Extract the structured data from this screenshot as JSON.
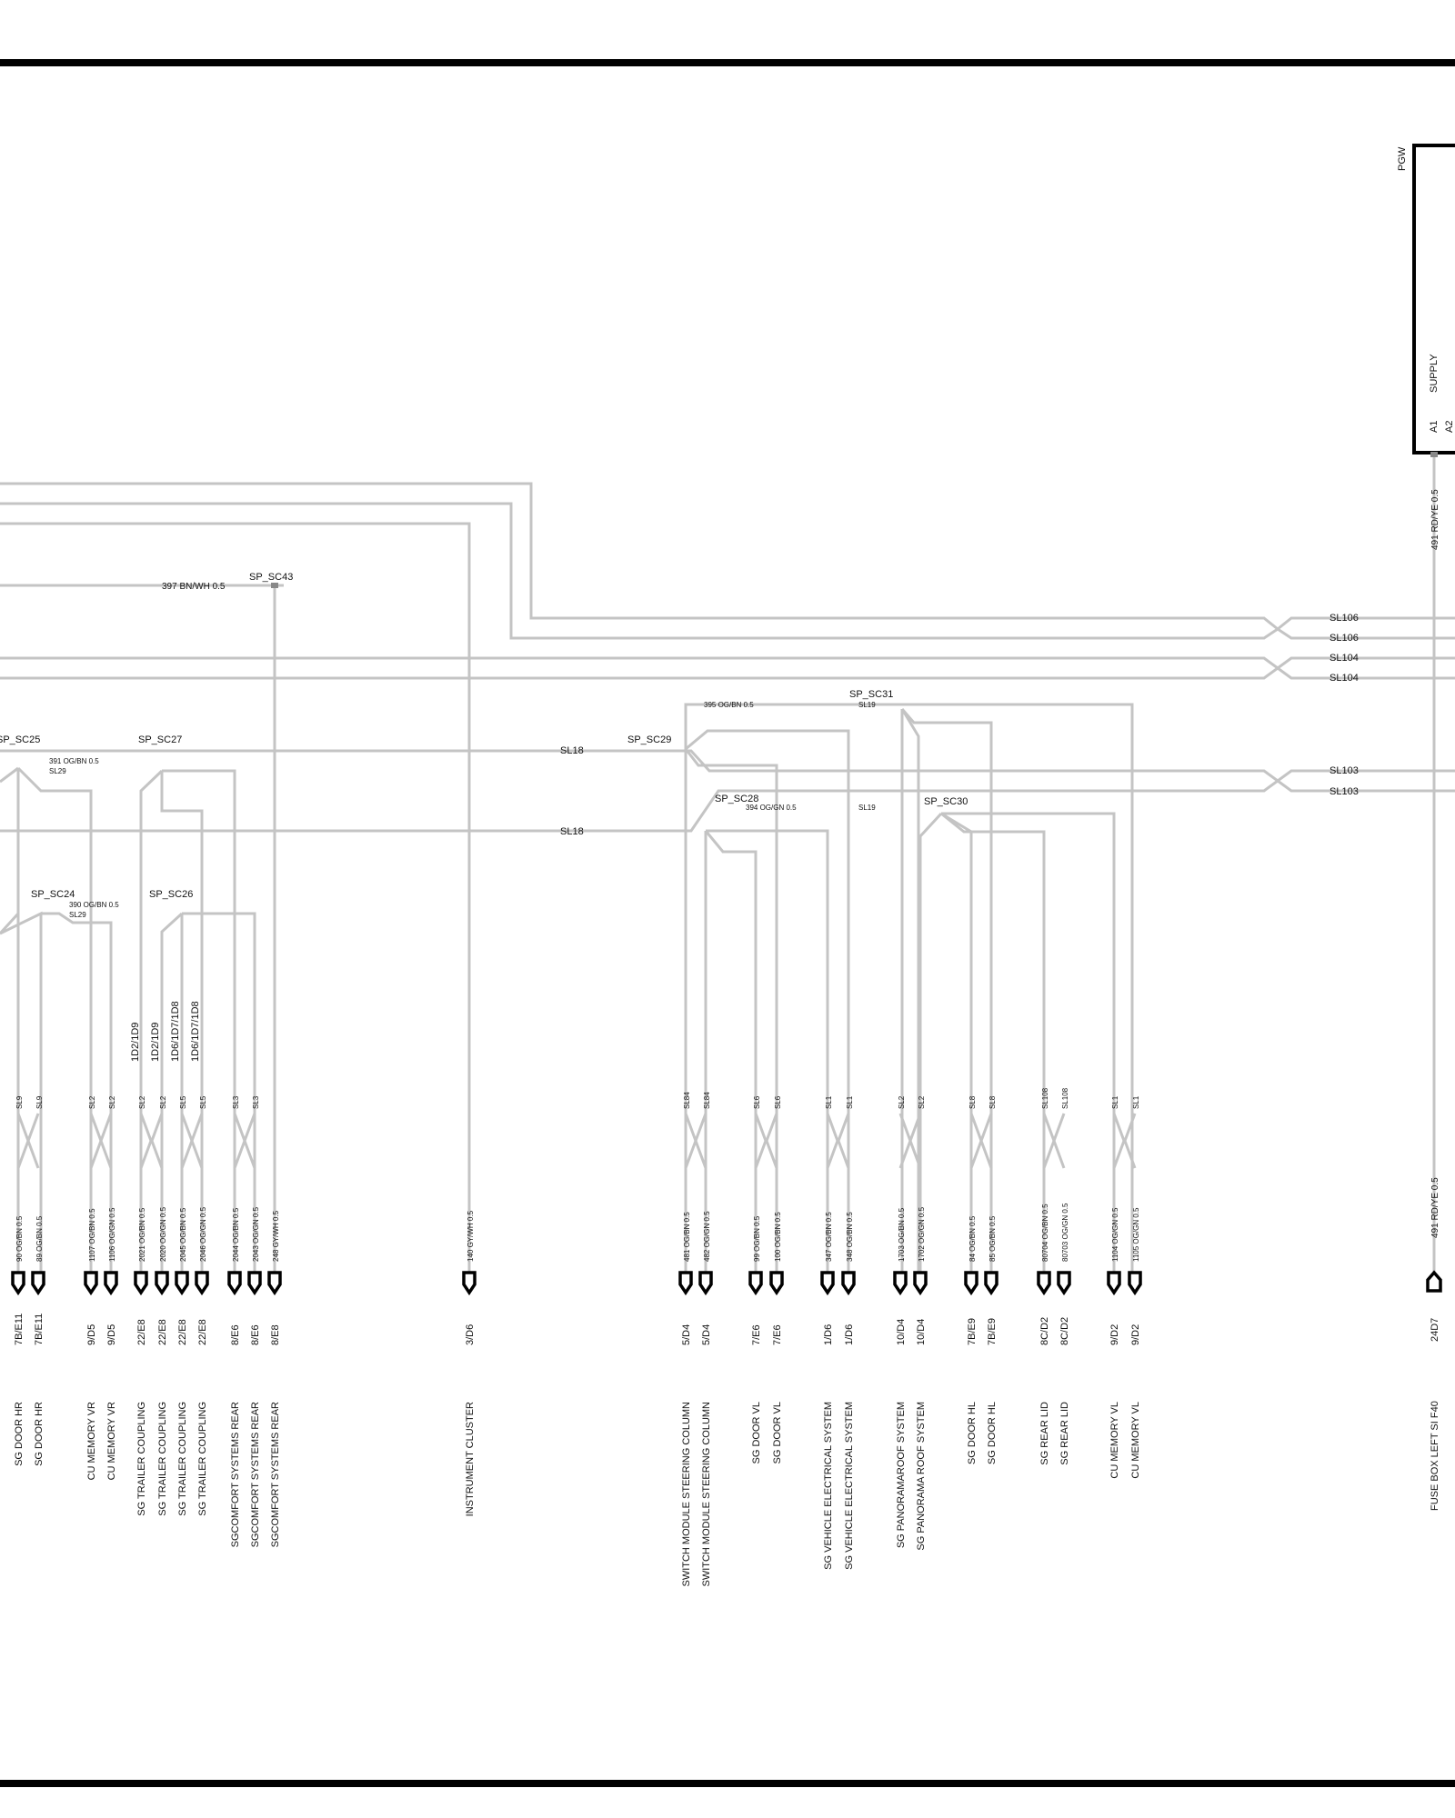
{
  "module": {
    "name": "PGW",
    "pin_label": "SUPPLY",
    "pin_a1": "A1",
    "pin_a2": "A2"
  },
  "supply": {
    "wire_top": "491 RD/YE 0.5",
    "wire_bottom": "491 RD/YE 0.5",
    "pin": "24D7",
    "label": "FUSE BOX LEFT SI F40"
  },
  "top_wire": {
    "wire": "397 BN/WH 0.5",
    "splice": "SP_SC43"
  },
  "buses": {
    "sl106": "SL106",
    "sl104": "SL104",
    "sl103": "SL103",
    "sl18": "SL18"
  },
  "splices": [
    {
      "name": "SP_SC25",
      "wire": "391 OG/BN 0.5",
      "sub": "SL29"
    },
    {
      "name": "SP_SC27"
    },
    {
      "name": "SP_SC24",
      "wire": "390 OG/BN 0.5",
      "sub": "SL29"
    },
    {
      "name": "SP_SC26"
    },
    {
      "name": "SP_SC29"
    },
    {
      "name": "SP_SC31",
      "wire": "395 OG/BN 0.5",
      "sub": "SL19"
    },
    {
      "name": "SP_SC28",
      "wire": "394 OG/GN 0.5",
      "sub": "SL19"
    },
    {
      "name": "SP_SC30"
    }
  ],
  "vertical_notes": [
    "1D2/1D9",
    "1D2/1D9",
    "1D6/1D7/1D8",
    "1D6/1D7/1D8"
  ],
  "branches": [
    {
      "sl": "SL9",
      "wire": "90 OG/BN 0.5",
      "pin": "7B/E11",
      "label": "SG DOOR HR"
    },
    {
      "sl": "SL9",
      "wire": "89 OG/BN 0.5",
      "pin": "7B/E11",
      "label": "SG DOOR HR"
    },
    {
      "sl": "SL2",
      "wire": "1107 OG/BN 0.5",
      "pin": "9/D5",
      "label": "CU MEMORY VR"
    },
    {
      "sl": "SL2",
      "wire": "1106 OG/GN 0.5",
      "pin": "9/D5",
      "label": "CU MEMORY VR"
    },
    {
      "sl": "SL2",
      "wire": "2021 OG/BN 0.5",
      "pin": "22/E8",
      "label": "SG TRAILER COUPLING"
    },
    {
      "sl": "SL2",
      "wire": "2020 OG/GN 0.5",
      "pin": "22/E8",
      "label": "SG TRAILER COUPLING"
    },
    {
      "sl": "SL5",
      "wire": "2045 OG/BN 0.5",
      "pin": "22/E8",
      "label": "SG TRAILER COUPLING"
    },
    {
      "sl": "SL5",
      "wire": "2046 OG/GN 0.5",
      "pin": "22/E8",
      "label": "SG TRAILER COUPLING"
    },
    {
      "sl": "SL3",
      "wire": "2044 OG/BN 0.5",
      "pin": "8/E6",
      "label": "SGCOMFORT SYSTEMS REAR"
    },
    {
      "sl": "SL3",
      "wire": "2043 OG/GN 0.5",
      "pin": "8/E6",
      "label": "SGCOMFORT SYSTEMS REAR"
    },
    {
      "sl": "",
      "wire": "248 GY/WH 0.5",
      "pin": "8/E8",
      "label": "SGCOMFORT SYSTEMS REAR"
    },
    {
      "sl": "",
      "wire": "140 GY/WH 0.5",
      "pin": "3/D6",
      "label": "INSTRUMENT CLUSTER"
    },
    {
      "sl": "SL84",
      "wire": "481 OG/BN 0.5",
      "pin": "5/D4",
      "label": "SWITCH MODULE STEERING COLUMN"
    },
    {
      "sl": "SL84",
      "wire": "482 OG/GN 0.5",
      "pin": "5/D4",
      "label": "SWITCH MODULE STEERING COLUMN"
    },
    {
      "sl": "SL6",
      "wire": "99 OG/BN 0.5",
      "pin": "7/E6",
      "label": "SG DOOR VL"
    },
    {
      "sl": "SL6",
      "wire": "100 OG/BN 0.5",
      "pin": "7/E6",
      "label": "SG DOOR VL"
    },
    {
      "sl": "SL1",
      "wire": "347 OG/BN 0.5",
      "pin": "1/D6",
      "label": "SG VEHICLE ELECTRICAL SYSTEM"
    },
    {
      "sl": "SL1",
      "wire": "348 OG/BN 0.5",
      "pin": "1/D6",
      "label": "SG VEHICLE ELECTRICAL SYSTEM"
    },
    {
      "sl": "SL2",
      "wire": "1703 OG/BN 0.5",
      "pin": "10/D4",
      "label": "SG PANORAMAROOF SYSTEM"
    },
    {
      "sl": "SL2",
      "wire": "1702 OG/GN 0.5",
      "pin": "10/D4",
      "label": "SG PANORAMA ROOF SYSTEM"
    },
    {
      "sl": "SL8",
      "wire": "84 OG/BN 0.5",
      "pin": "7B/E9",
      "label": "SG DOOR HL"
    },
    {
      "sl": "SL8",
      "wire": "85 OG/BN 0.5",
      "pin": "7B/E9",
      "label": "SG DOOR HL"
    },
    {
      "sl": "SL108",
      "wire": "80704 OG/BN 0.5",
      "pin": "8C/D2",
      "label": "SG REAR LID"
    },
    {
      "sl": "SL108",
      "wire": "80703 OG/GN 0.5",
      "pin": "8C/D2",
      "label": "SG REAR LID"
    },
    {
      "sl": "SL1",
      "wire": "1104 OG/GN 0.5",
      "pin": "9/D2",
      "label": "CU MEMORY VL"
    },
    {
      "sl": "SL1",
      "wire": "1105 OG/GN 0.5",
      "pin": "9/D2",
      "label": "CU MEMORY VL"
    }
  ]
}
